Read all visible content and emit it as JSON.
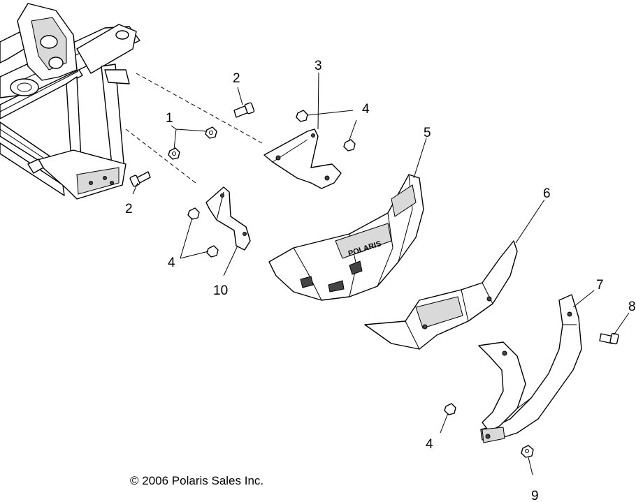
{
  "callouts": {
    "c1": "1",
    "c2a": "2",
    "c2b": "2",
    "c3": "3",
    "c4a": "4",
    "c4b": "4",
    "c4c": "4",
    "c5": "5",
    "c6": "6",
    "c7": "7",
    "c8": "8",
    "c9": "9",
    "c10": "10"
  },
  "copyright": "© 2006 Polaris Sales Inc."
}
